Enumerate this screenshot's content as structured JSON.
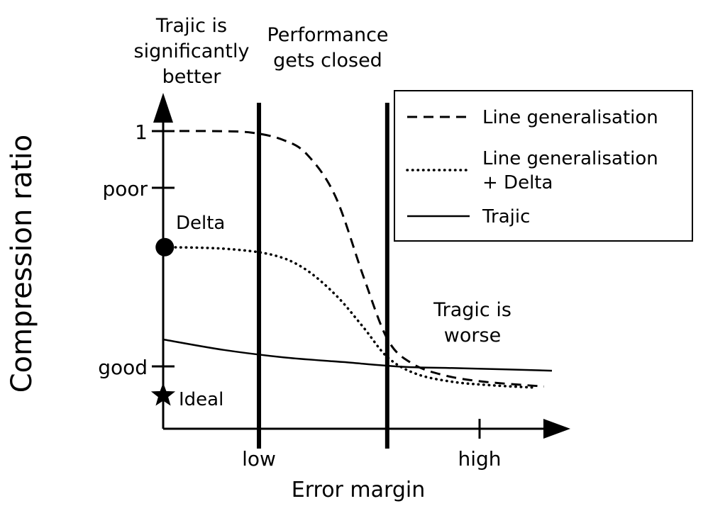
{
  "colors": {
    "annotation_blue": "#1a35d6",
    "ink": "#000000",
    "background": "#ffffff"
  },
  "annotations": {
    "trajic_better": {
      "lines": [
        "Trajic is",
        "significantly",
        "better"
      ]
    },
    "performance_closed": {
      "lines": [
        "Performance",
        "gets closed"
      ]
    },
    "tragic_worse": {
      "lines": [
        "Tragic is",
        "worse"
      ]
    }
  },
  "chart_data": {
    "type": "line",
    "title": "",
    "xlabel": "Error margin",
    "ylabel": "Compression ratio",
    "x_range": [
      0,
      1
    ],
    "y_range": [
      0,
      1.1
    ],
    "grid": false,
    "legend_position": "upper right",
    "y_ticks": [
      {
        "label": "1",
        "value": 1.0
      },
      {
        "label": "poor",
        "value": 0.81
      },
      {
        "label": "good",
        "value": 0.21
      }
    ],
    "x_ticks": [
      {
        "label": "low",
        "value": 0.239
      },
      {
        "label": "high",
        "value": 0.789
      }
    ],
    "vlines": [
      0.239,
      0.559
    ],
    "series": [
      {
        "name": "Line generalisation",
        "style": "dashed",
        "legend_lines": [
          "Line generalisation"
        ],
        "points": [
          [
            0.0,
            1.0
          ],
          [
            0.12,
            1.0
          ],
          [
            0.22,
            0.995
          ],
          [
            0.3,
            0.97
          ],
          [
            0.36,
            0.92
          ],
          [
            0.43,
            0.78
          ],
          [
            0.5,
            0.51
          ],
          [
            0.56,
            0.3
          ],
          [
            0.62,
            0.22
          ],
          [
            0.7,
            0.18
          ],
          [
            0.8,
            0.158
          ],
          [
            0.95,
            0.142
          ]
        ]
      },
      {
        "name": "Line generalisation + Delta",
        "style": "dotted",
        "legend_lines": [
          "Line generalisation",
          "+ Delta"
        ],
        "points": [
          [
            0.004,
            0.61
          ],
          [
            0.15,
            0.605
          ],
          [
            0.27,
            0.585
          ],
          [
            0.35,
            0.54
          ],
          [
            0.43,
            0.45
          ],
          [
            0.5,
            0.34
          ],
          [
            0.56,
            0.24
          ],
          [
            0.63,
            0.185
          ],
          [
            0.72,
            0.158
          ],
          [
            0.82,
            0.146
          ],
          [
            0.93,
            0.138
          ]
        ]
      },
      {
        "name": "Trajic",
        "style": "solid",
        "legend_lines": [
          "Trajic"
        ],
        "points": [
          [
            0.0,
            0.3
          ],
          [
            0.15,
            0.265
          ],
          [
            0.3,
            0.24
          ],
          [
            0.45,
            0.224
          ],
          [
            0.6,
            0.208
          ],
          [
            0.75,
            0.203
          ],
          [
            0.97,
            0.195
          ]
        ]
      }
    ],
    "markers": [
      {
        "label": "Delta",
        "shape": "circle",
        "x": 0.004,
        "y": 0.61
      },
      {
        "label": "Ideal",
        "shape": "star",
        "x": 0.0,
        "y": 0.112
      }
    ]
  }
}
